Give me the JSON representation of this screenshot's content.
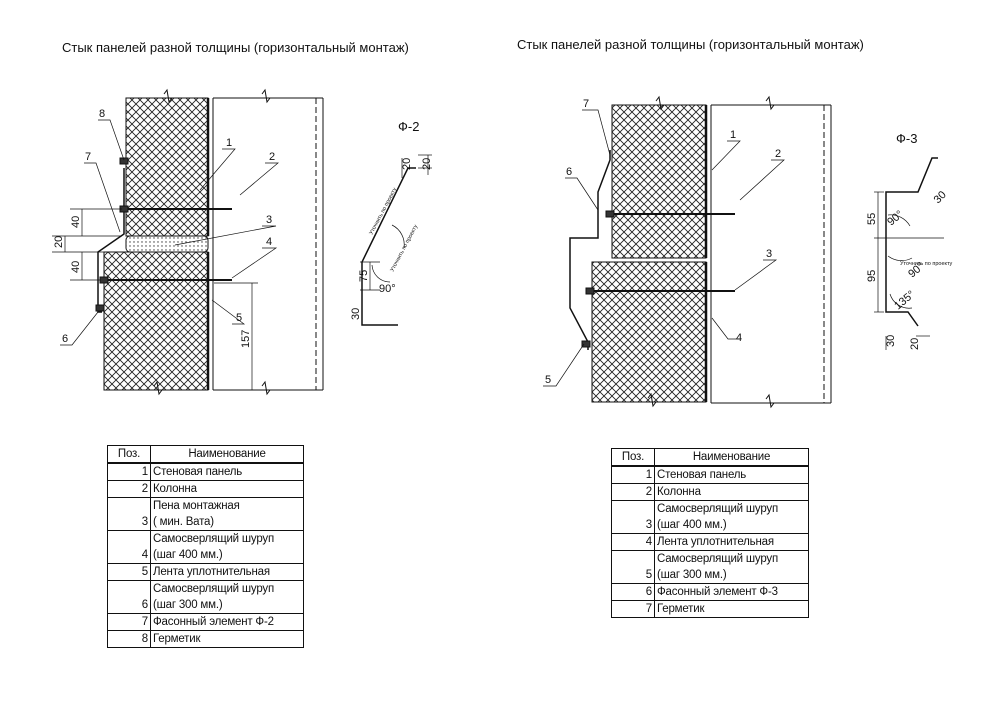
{
  "left": {
    "title": "Стык панелей разной толщины (горизонтальный монтаж)",
    "callouts": [
      "8",
      "7",
      "1",
      "2",
      "3",
      "4",
      "5",
      "6"
    ],
    "dims": [
      "20",
      "40",
      "40",
      "157"
    ],
    "element_label": "Ф-2",
    "element_dims": [
      "20",
      "20",
      "75",
      "30"
    ],
    "element_angle": "90°",
    "element_note": "Уточнить по проекту",
    "table": {
      "headers": [
        "Поз.",
        "Наименование"
      ],
      "rows": [
        {
          "pos": "1",
          "lines": [
            "Стеновая панель"
          ]
        },
        {
          "pos": "2",
          "lines": [
            "Колонна"
          ]
        },
        {
          "pos": "3",
          "lines": [
            "Пена монтажная",
            "( мин. Вата)"
          ]
        },
        {
          "pos": "4",
          "lines": [
            "Самосверлящий шуруп",
            "(шаг 400 мм.)"
          ]
        },
        {
          "pos": "5",
          "lines": [
            "Лента уплотнительная"
          ]
        },
        {
          "pos": "6",
          "lines": [
            "Самосверлящий шуруп",
            "(шаг 300 мм.)"
          ]
        },
        {
          "pos": "7",
          "lines": [
            "Фасонный элемент Ф-2"
          ]
        },
        {
          "pos": "8",
          "lines": [
            "Герметик"
          ]
        }
      ]
    }
  },
  "right": {
    "title": "Стык панелей разной толщины (горизонтальный монтаж)",
    "callouts": [
      "7",
      "6",
      "1",
      "2",
      "3",
      "4",
      "5"
    ],
    "element_label": "Ф-3",
    "element_dims": [
      "30",
      "55",
      "95",
      "30",
      "20"
    ],
    "element_angles": [
      "90°",
      "90°",
      "135°"
    ],
    "element_note": "Уточнить по проекту",
    "table": {
      "headers": [
        "Поз.",
        "Наименование"
      ],
      "rows": [
        {
          "pos": "1",
          "lines": [
            "Стеновая панель"
          ]
        },
        {
          "pos": "2",
          "lines": [
            "Колонна"
          ]
        },
        {
          "pos": "3",
          "lines": [
            "Самосверлящий шуруп",
            "(шаг 400 мм.)"
          ]
        },
        {
          "pos": "4",
          "lines": [
            "Лента уплотнительная"
          ]
        },
        {
          "pos": "5",
          "lines": [
            "Самосверлящий шуруп",
            "(шаг 300 мм.)"
          ]
        },
        {
          "pos": "6",
          "lines": [
            "Фасонный элемент Ф-3"
          ]
        },
        {
          "pos": "7",
          "lines": [
            "Герметик"
          ]
        }
      ]
    }
  }
}
